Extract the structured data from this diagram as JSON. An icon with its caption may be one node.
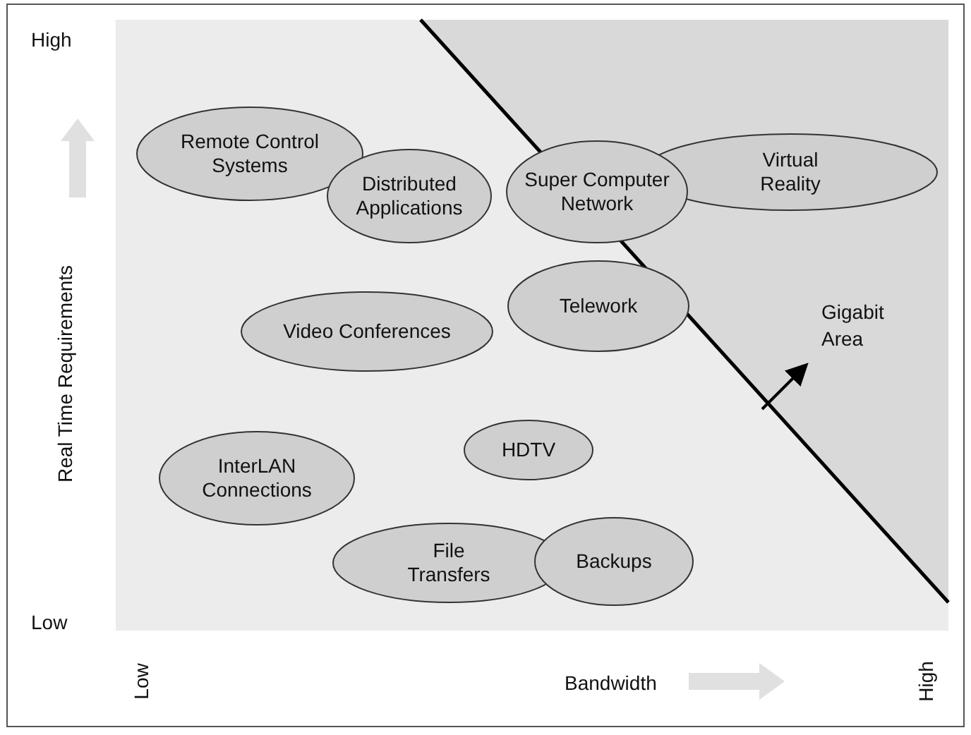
{
  "diagram": {
    "nodes": [
      {
        "text": [
          "Remote Control Systems"
        ]
      },
      {
        "text": [
          "Distributed Applications"
        ]
      },
      {
        "text": [
          "Super Computer Network"
        ]
      },
      {
        "text": [
          "Virtual Reality"
        ]
      },
      {
        "text": [
          "Video Conferences"
        ]
      },
      {
        "text": [
          "Telework"
        ]
      },
      {
        "text": [
          "InterLAN Connections"
        ]
      },
      {
        "text": [
          "HDTV"
        ]
      },
      {
        "text": [
          "File Transfers"
        ]
      },
      {
        "text": [
          "Backups"
        ]
      }
    ],
    "edges": [],
    "labels": [
      "High",
      "Real Time Requirements",
      "Gigabit Area",
      "Low",
      "Low",
      "Bandwidth",
      "High"
    ]
  }
}
